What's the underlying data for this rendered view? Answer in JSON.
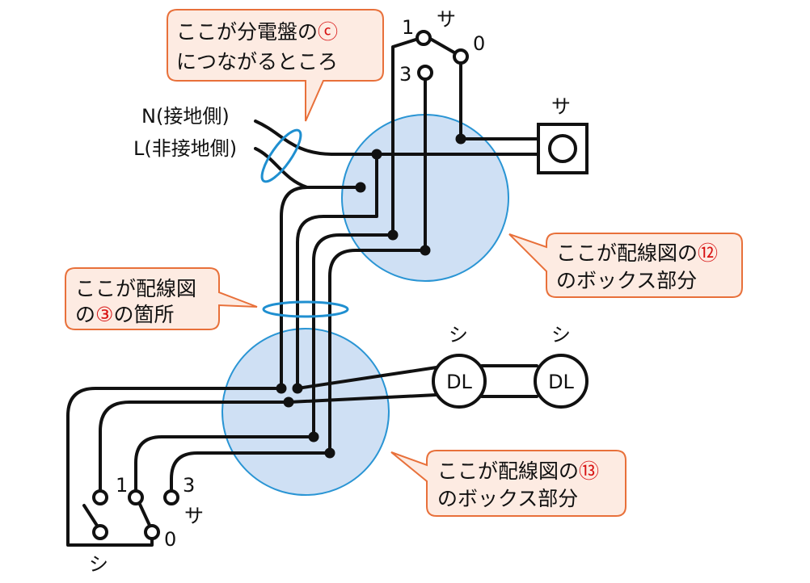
{
  "labels": {
    "n_wire": "N(接地側)",
    "l_wire": "L(非接地側)",
    "sw_top_common": "1",
    "sw_top_sa": "サ",
    "sw_top_zero": "0",
    "sw_top_three": "3",
    "lamp_sa_symbol": "サ",
    "dl1_symbol": "シ",
    "dl2_symbol": "シ",
    "dl1_text": "DL",
    "dl2_text": "DL",
    "sw_bot_one": "1",
    "sw_bot_three": "3",
    "sw_bot_sa": "サ",
    "sw_bot_zero": "0",
    "sw_bot_shi": "シ"
  },
  "callouts": {
    "panel": {
      "line1": "ここが分電盤の",
      "mark": "ⓒ",
      "line2": "につながるところ"
    },
    "box12": {
      "line1": "ここが配線図の",
      "mark": "⑫",
      "line2": "のボックス部分"
    },
    "spot3": {
      "line1": "ここが配線図",
      "pre": "の",
      "mark": "③",
      "post": "の箇所"
    },
    "box13": {
      "line1": "ここが配線図の",
      "mark": "⑬",
      "line2": "のボックス部分"
    }
  },
  "colors": {
    "wire": "#111111",
    "box_fill": "#cfe0f4",
    "box_stroke": "#2a95d4",
    "callout_fill": "#fdebe2",
    "callout_stroke": "#e8703a",
    "mark_red": "#d81414"
  }
}
